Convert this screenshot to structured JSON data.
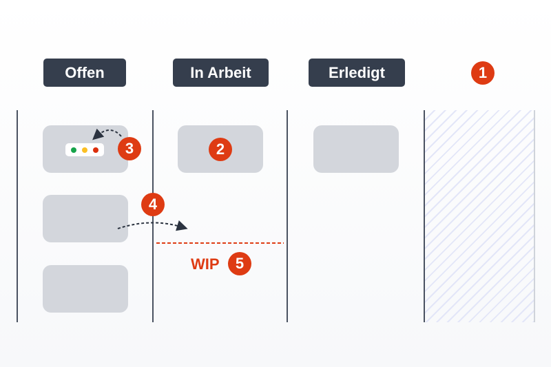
{
  "columns": [
    {
      "label": "Offen"
    },
    {
      "label": "In Arbeit"
    },
    {
      "label": "Erledigt"
    }
  ],
  "badges": [
    "1",
    "2",
    "3",
    "4",
    "5"
  ],
  "wip_label": "WIP",
  "colors": {
    "accent": "#de3b13",
    "header": "#353e4d",
    "card": "#d3d6dc",
    "green": "#16a34a",
    "yellow": "#fbbf24",
    "red": "#dc2f0c"
  }
}
